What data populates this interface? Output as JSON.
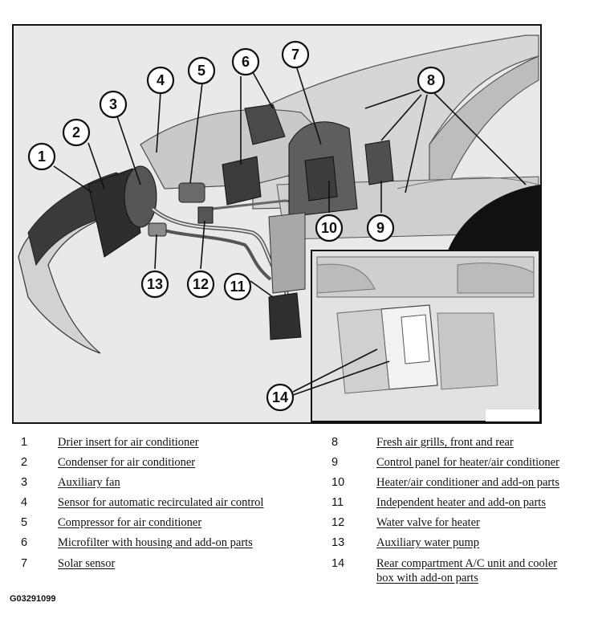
{
  "figure": {
    "code": "G03291099",
    "callouts": [
      "1",
      "2",
      "3",
      "4",
      "5",
      "6",
      "7",
      "8",
      "9",
      "10",
      "11",
      "12",
      "13",
      "14"
    ]
  },
  "legend": {
    "left": [
      {
        "number": "1",
        "label": "Drier insert for air conditioner"
      },
      {
        "number": "2",
        "label": "Condenser for air conditioner"
      },
      {
        "number": "3",
        "label": "Auxiliary fan"
      },
      {
        "number": "4",
        "label": "Sensor for automatic recirculated air control"
      },
      {
        "number": "5",
        "label": "Compressor for air conditioner"
      },
      {
        "number": "6",
        "label": "Microfilter with housing and add-on parts"
      },
      {
        "number": "7",
        "label": "Solar sensor"
      }
    ],
    "right": [
      {
        "number": "8",
        "label": "Fresh air grills, front and rear"
      },
      {
        "number": "9",
        "label": "Control panel for heater/air conditioner"
      },
      {
        "number": "10",
        "label": "Heater/air conditioner and add-on parts"
      },
      {
        "number": "11",
        "label": "Independent heater and add-on parts"
      },
      {
        "number": "12",
        "label": "Water valve for heater"
      },
      {
        "number": "13",
        "label": "Auxiliary water pump"
      },
      {
        "number": "14",
        "label": "Rear compartment A/C unit and cooler",
        "label_line2": "box with add-on parts"
      }
    ]
  }
}
